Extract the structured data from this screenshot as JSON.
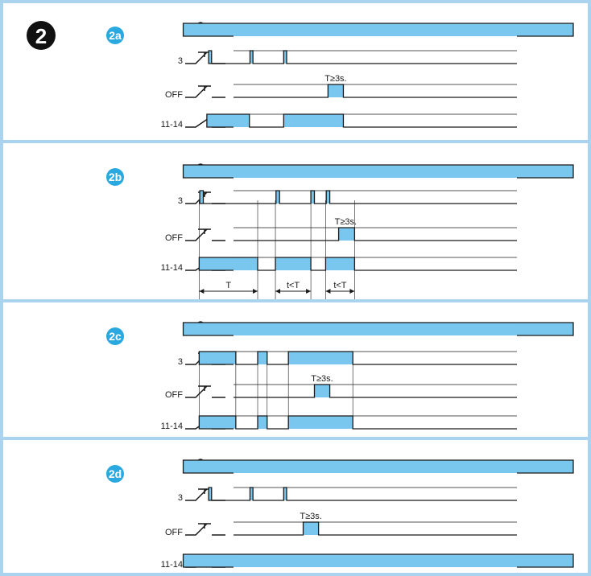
{
  "main_marker": "2",
  "colors": {
    "frame": "#a9d3ee",
    "fill": "#79c6ee",
    "badge": "#29a9e0",
    "line": "#1a1a1a"
  },
  "signal_labels": {
    "power": "~",
    "input": "3",
    "off": "OFF",
    "output": "11-14"
  },
  "panels": [
    {
      "id": "2a",
      "label": "2a",
      "power": [
        [
          0.31,
          0.97
        ]
      ],
      "input": [
        [
          0.353,
          0.358
        ],
        [
          0.423,
          0.428
        ],
        [
          0.48,
          0.485
        ]
      ],
      "off": [
        [
          0.555,
          0.581
        ]
      ],
      "output": [
        [
          0.35,
          0.422
        ],
        [
          0.48,
          0.581
        ]
      ],
      "notes": [
        {
          "text": "T≥3s.",
          "row": "off",
          "at": 0.568
        }
      ],
      "cursors": [],
      "spans": []
    },
    {
      "id": "2b",
      "label": "2b",
      "power": [
        [
          0.31,
          0.97
        ]
      ],
      "input": [
        [
          0.338,
          0.344
        ],
        [
          0.467,
          0.473
        ],
        [
          0.526,
          0.532
        ],
        [
          0.552,
          0.558
        ]
      ],
      "off": [
        [
          0.573,
          0.6
        ]
      ],
      "output": [
        [
          0.337,
          0.436
        ],
        [
          0.466,
          0.526
        ],
        [
          0.551,
          0.6
        ]
      ],
      "notes": [
        {
          "text": "T≥3s.",
          "row": "off",
          "at": 0.585
        }
      ],
      "cursors": [
        0.337,
        0.436,
        0.466,
        0.526,
        0.551,
        0.6
      ],
      "spans": [
        {
          "text": "T",
          "from": 0.337,
          "to": 0.436
        },
        {
          "text": "t<T",
          "from": 0.466,
          "to": 0.526
        },
        {
          "text": "t<T",
          "from": 0.551,
          "to": 0.6
        }
      ]
    },
    {
      "id": "2c",
      "label": "2c",
      "power": [
        [
          0.31,
          0.97
        ]
      ],
      "input": [
        [
          0.337,
          0.399
        ],
        [
          0.436,
          0.452
        ],
        [
          0.488,
          0.597
        ]
      ],
      "off": [
        [
          0.532,
          0.558
        ]
      ],
      "output": [
        [
          0.337,
          0.399
        ],
        [
          0.436,
          0.452
        ],
        [
          0.488,
          0.597
        ]
      ],
      "notes": [
        {
          "text": "T≥3s.",
          "row": "off",
          "at": 0.545
        }
      ],
      "cursors": [
        0.337,
        0.399,
        0.436,
        0.452,
        0.488,
        0.597
      ],
      "spans": []
    },
    {
      "id": "2d",
      "label": "2d",
      "power": [
        [
          0.31,
          0.97
        ]
      ],
      "input": [
        [
          0.353,
          0.358
        ],
        [
          0.423,
          0.428
        ],
        [
          0.48,
          0.485
        ]
      ],
      "off": [
        [
          0.513,
          0.539
        ]
      ],
      "output": [
        [
          0.31,
          0.97
        ]
      ],
      "notes": [
        {
          "text": "T≥3s.",
          "row": "off",
          "at": 0.526
        }
      ],
      "cursors": [],
      "spans": []
    }
  ]
}
